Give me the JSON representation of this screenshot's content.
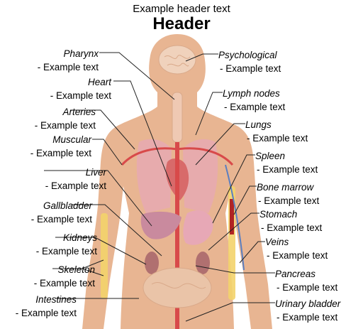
{
  "header": {
    "subtitle": "Example header text",
    "title": "Header"
  },
  "colors": {
    "skin": "#e8b592",
    "skin_dark": "#d99a75",
    "organ_pink": "#e7a8b6",
    "organ_liver": "#c98a9e",
    "vessel_red": "#d84a4a",
    "vessel_blue": "#5b7fc0",
    "bone_yellow": "#f3d36b",
    "leader": "#222222"
  },
  "labels": {
    "left": [
      {
        "name": "Pharynx",
        "desc": "- Example text"
      },
      {
        "name": "Heart",
        "desc": "- Example text"
      },
      {
        "name": "Arteries",
        "desc": "- Example text"
      },
      {
        "name": "Muscular",
        "desc": "- Example text"
      },
      {
        "name": "Liver",
        "desc": "- Example text"
      },
      {
        "name": "Gallbladder",
        "desc": "- Example text"
      },
      {
        "name": "Kidneys",
        "desc": "- Example text"
      },
      {
        "name": "Skeleton",
        "desc": "- Example text"
      },
      {
        "name": "Intestines",
        "desc": "- Example text"
      }
    ],
    "right": [
      {
        "name": "Psychological",
        "desc": "- Example text"
      },
      {
        "name": "Lymph nodes",
        "desc": "- Example text"
      },
      {
        "name": "Lungs",
        "desc": "- Example text"
      },
      {
        "name": "Spleen",
        "desc": "- Example text"
      },
      {
        "name": "Bone marrow",
        "desc": "- Example text"
      },
      {
        "name": "Stomach",
        "desc": "- Example text"
      },
      {
        "name": "Veins",
        "desc": "- Example text"
      },
      {
        "name": "Pancreas",
        "desc": "- Example text"
      },
      {
        "name": "Urinary bladder",
        "desc": "- Example text"
      }
    ]
  }
}
